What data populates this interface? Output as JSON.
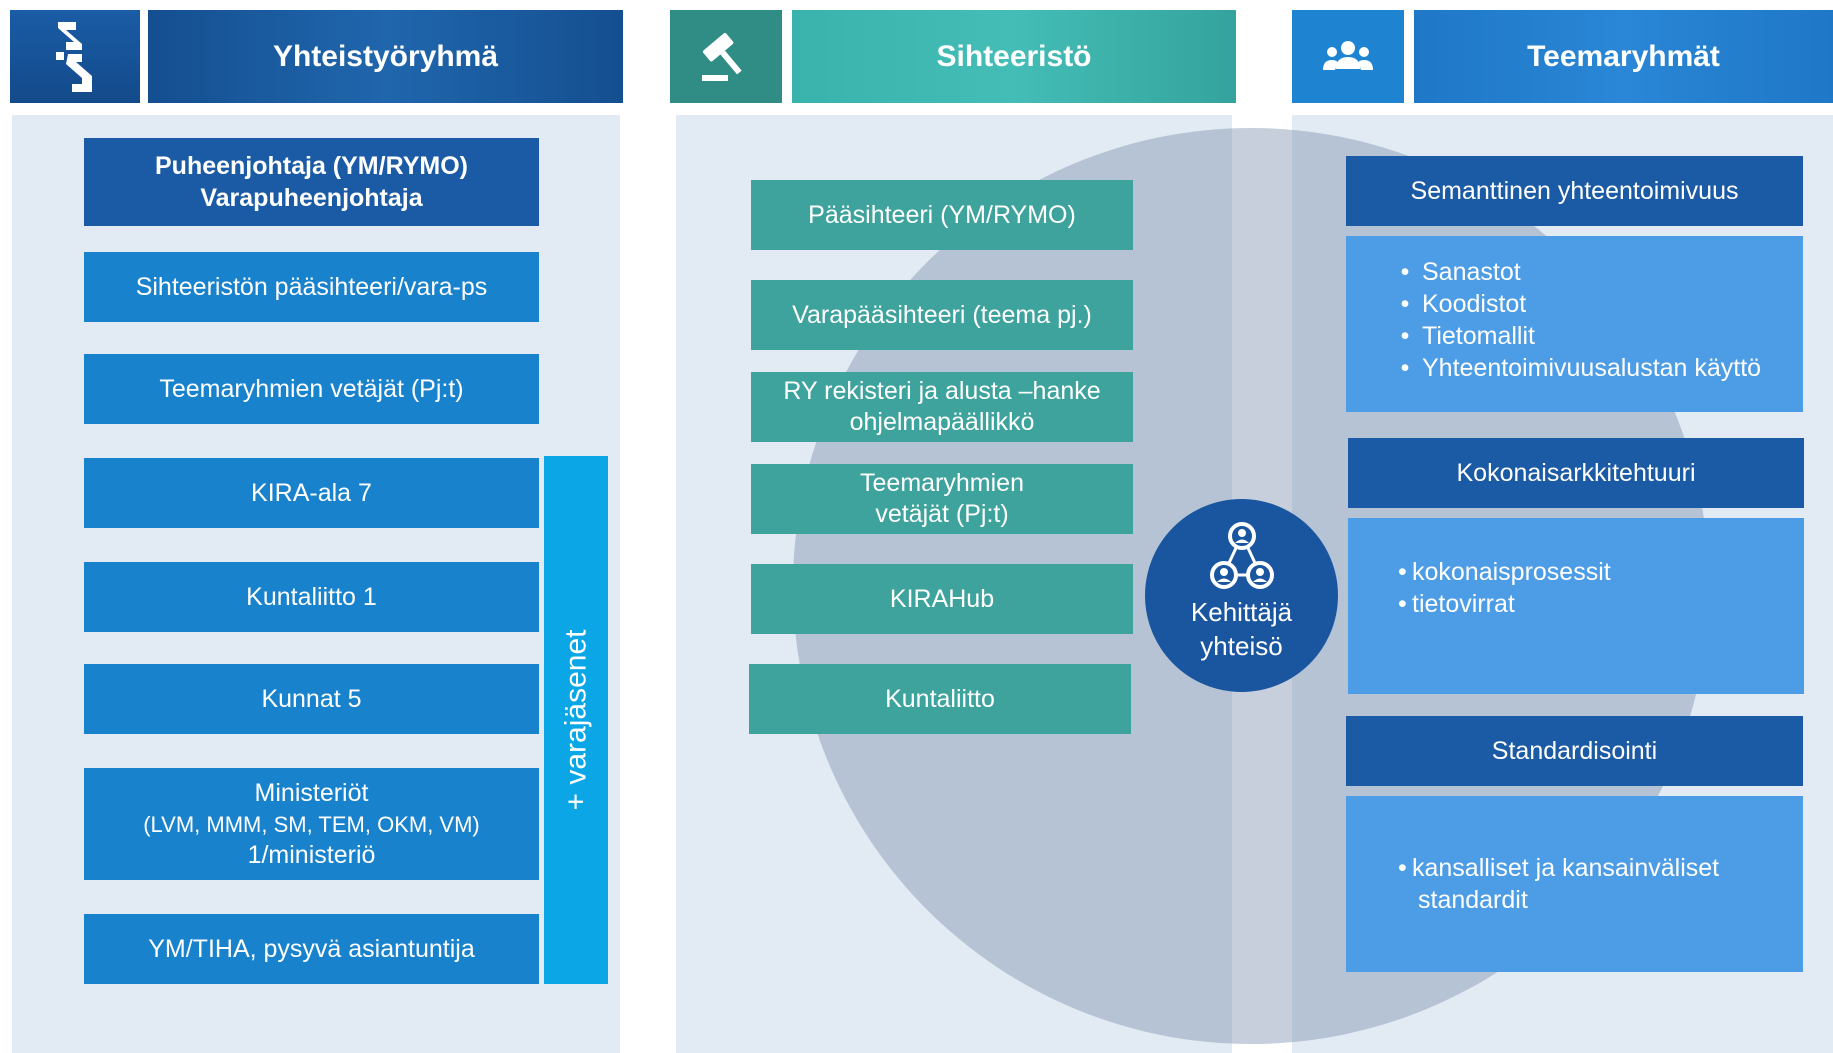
{
  "columns": {
    "left": {
      "title": "Yhteistyöryhmä",
      "icon": "logo-icon",
      "items": [
        {
          "line1": "Puheenjohtaja (YM/RYMO)",
          "line2": "Varapuheenjohtaja"
        },
        {
          "label": "Sihteeristön pääsihteeri/vara-ps"
        },
        {
          "label": "Teemaryhmien vetäjät (Pj:t)"
        },
        {
          "label": "KIRA-ala 7"
        },
        {
          "label": "Kuntaliitto 1"
        },
        {
          "label": "Kunnat 5"
        },
        {
          "line1": "Ministeriöt",
          "line2": "(LVM, MMM, SM, TEM, OKM, VM)",
          "line3": "1/ministeriö"
        },
        {
          "label": "YM/TIHA, pysyvä asiantuntija"
        }
      ],
      "side_label": "+ varajäsenet"
    },
    "middle": {
      "title": "Sihteeristö",
      "icon": "gavel-icon",
      "items": [
        {
          "label": "Pääsihteeri (YM/RYMO)"
        },
        {
          "label": "Varapääsihteeri (teema pj.)"
        },
        {
          "line1": "RY rekisteri ja alusta –hanke",
          "line2": "ohjelmapäällikkö"
        },
        {
          "line1": "Teemaryhmien",
          "line2": "vetäjät (Pj:t)"
        },
        {
          "label": "KIRAHub"
        },
        {
          "label": "Kuntaliitto"
        }
      ]
    },
    "right": {
      "title": "Teemaryhmät",
      "icon": "group-icon",
      "groups": [
        {
          "title": "Semanttinen yhteentoimivuus",
          "bullets": [
            "Sanastot",
            "Koodistot",
            "Tietomallit",
            "Yhteentoimivuusalustan käyttö"
          ]
        },
        {
          "title": "Kokonaisarkkitehtuuri",
          "bullets": [
            "kokonaisprosessit",
            "tietovirrat"
          ]
        },
        {
          "title": "Standardisointi",
          "bullets": [
            "kansalliset ja kansainväliset",
            "standardit"
          ]
        }
      ]
    }
  },
  "center_badge": {
    "icon": "network-people-icon",
    "line1": "Kehittäjä",
    "line2": "yhteisö"
  },
  "colors": {
    "navy": "#1b5aa4",
    "blue": "#1982cd",
    "teal": "#3ea39c",
    "light_blue": "#4c9de6",
    "accent_cyan": "#0aa6e6",
    "panel": "#e2eaf3"
  }
}
